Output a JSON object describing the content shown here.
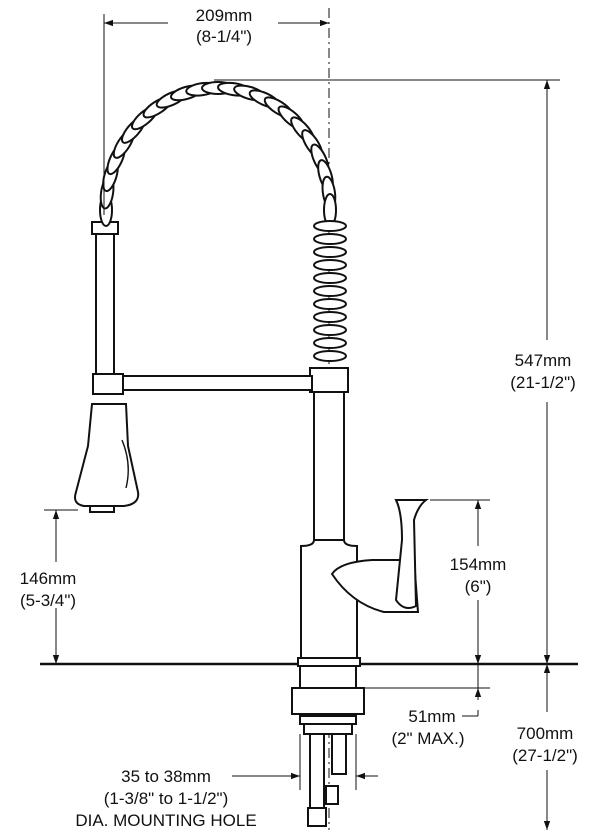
{
  "dimensions": {
    "spout_reach": {
      "metric": "209mm",
      "imperial": "(8-1/4\")"
    },
    "overall_height": {
      "metric": "547mm",
      "imperial": "(21-1/2\")"
    },
    "spray_head_clearance": {
      "metric": "146mm",
      "imperial": "(5-3/4\")"
    },
    "handle_height": {
      "metric": "154mm",
      "imperial": "(6\")"
    },
    "deck_thickness": {
      "metric": "51mm",
      "imperial": "(2\" MAX.)"
    },
    "supply_length": {
      "metric": "700mm",
      "imperial": "(27-1/2\")"
    },
    "mounting_hole": {
      "metric": "35 to 38mm",
      "imperial": "(1-3/8\" to 1-1/2\")",
      "caption": "DIA. MOUNTING HOLE"
    }
  },
  "colors": {
    "line": "#111111",
    "background": "#ffffff"
  }
}
